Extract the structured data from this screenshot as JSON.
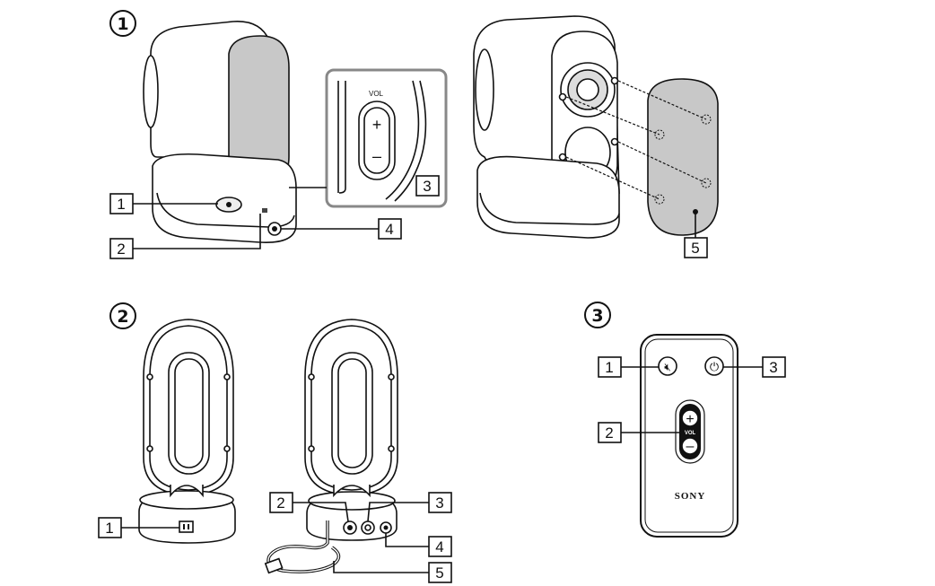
{
  "sections": [
    {
      "id": "1",
      "glyph": "①"
    },
    {
      "id": "2",
      "glyph": "②"
    },
    {
      "id": "3",
      "glyph": "③"
    }
  ],
  "section1": {
    "callouts": [
      "1",
      "2",
      "3",
      "4",
      "5"
    ],
    "inset_vol_label": "VOL",
    "inset_plus": "+",
    "inset_minus": "–"
  },
  "section2": {
    "callouts": [
      "1",
      "2",
      "3",
      "4",
      "5"
    ]
  },
  "section3": {
    "callouts": [
      "1",
      "2",
      "3"
    ],
    "remote_vol_label": "VOL",
    "remote_plus": "+",
    "remote_minus": "–",
    "brand": "SONY"
  }
}
